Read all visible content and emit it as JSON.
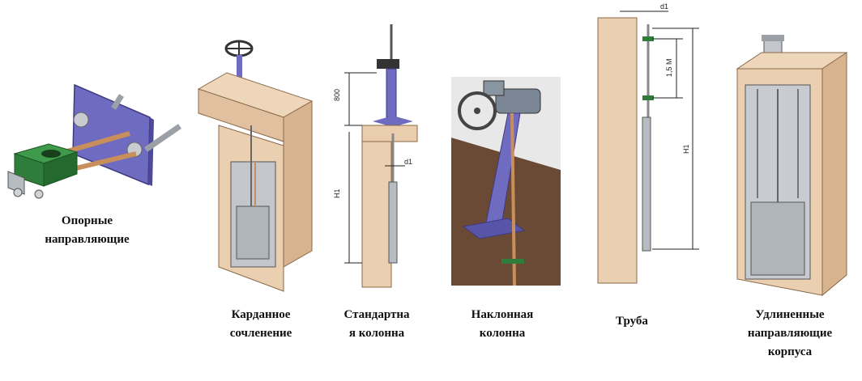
{
  "captions": {
    "c1": "Опорные\nнаправляющие",
    "c2": "Карданное\nсочленение",
    "c3": "Стандартна\nя колонна",
    "c4": "Наклонная\nколонна",
    "c5": "Труба",
    "c6": "Удлиненные\nнаправляющие\nкорпуса"
  },
  "dimensions": {
    "d800": "800",
    "h1_col": "H1",
    "d1_col": "d1",
    "d1_pipe": "d1",
    "m15": "1,5 М",
    "h1_pipe": "H1"
  },
  "colors": {
    "concrete": "#eacfb0",
    "concrete_dark": "#d8b48e",
    "steel": "#b7bcc2",
    "blue_part": "#6f6bc0",
    "green_part": "#2f7d3a",
    "copper": "#c98f5a",
    "soil": "#6b4a35"
  },
  "icons": [
    "handwheel-icon",
    "electric-actuator-icon",
    "pneumatic-cylinder-icon"
  ]
}
